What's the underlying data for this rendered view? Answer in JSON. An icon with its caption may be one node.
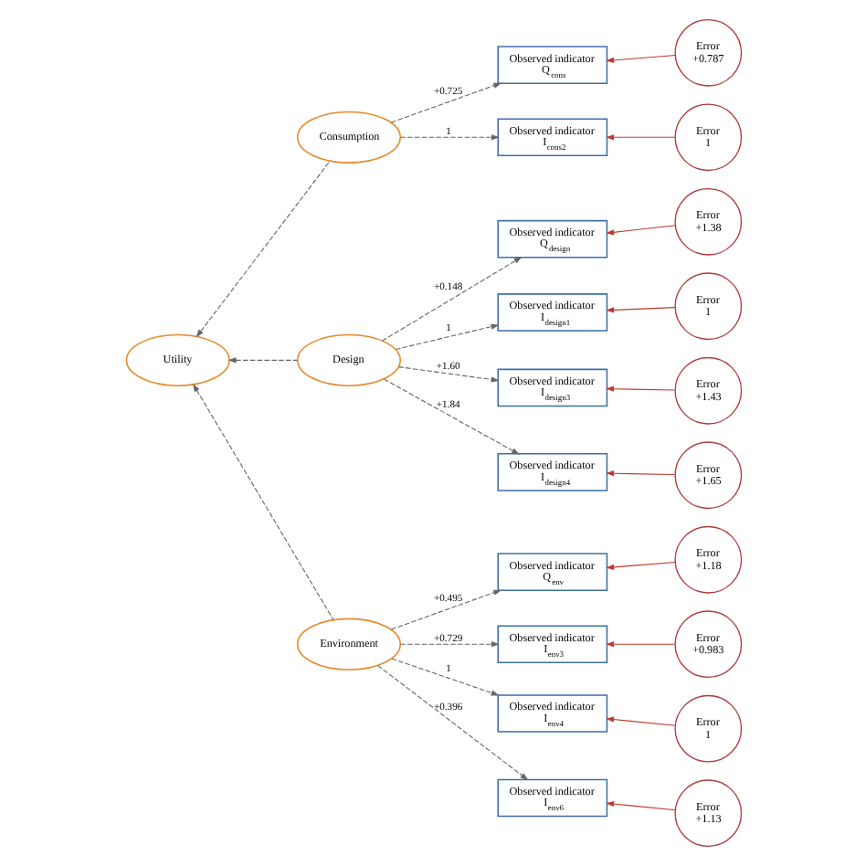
{
  "diagram": {
    "nodes": [
      {
        "text": [
          "Utility"
        ]
      },
      {
        "text": [
          "Consumption"
        ]
      },
      {
        "text": [
          "Design"
        ]
      },
      {
        "text": [
          "Environment"
        ]
      },
      {
        "text": [
          "Observed indicator",
          "Q$_{cons}$"
        ]
      },
      {
        "text": [
          "Observed indicator",
          "I$_{cons2}$"
        ]
      },
      {
        "text": [
          "Observed indicator",
          "Q$_{design}$"
        ]
      },
      {
        "text": [
          "Observed indicator",
          "I$_{design1}$"
        ]
      },
      {
        "text": [
          "Observed indicator",
          "I$_{design3}$"
        ]
      },
      {
        "text": [
          "Observed indicator",
          "I$_{design4}$"
        ]
      },
      {
        "text": [
          "Observed indicator",
          "Q$_{env}$"
        ]
      },
      {
        "text": [
          "Observed indicator",
          "I$_{env3}$"
        ]
      },
      {
        "text": [
          "Observed indicator",
          "I$_{env4}$"
        ]
      },
      {
        "text": [
          "Observed indicator",
          "I$_{env6}$"
        ]
      },
      {
        "text": [
          "Error",
          "+0.787"
        ]
      },
      {
        "text": [
          "Error",
          "1"
        ]
      },
      {
        "text": [
          "Error",
          "+1.38"
        ]
      },
      {
        "text": [
          "Error",
          "1"
        ]
      },
      {
        "text": [
          "Error",
          "+1.43"
        ]
      },
      {
        "text": [
          "Error",
          "+1.65"
        ]
      },
      {
        "text": [
          "Error",
          "+1.18"
        ]
      },
      {
        "text": [
          "Error",
          "+0.983"
        ]
      },
      {
        "text": [
          "Error",
          "1"
        ]
      },
      {
        "text": [
          "Error",
          "+1.13"
        ]
      }
    ],
    "edges": [
      {
        "from": 1,
        "to": 0,
        "arrow": "to",
        "style": "dashed"
      },
      {
        "from": 2,
        "to": 0,
        "arrow": "to",
        "style": "dashed"
      },
      {
        "from": 3,
        "to": 0,
        "arrow": "to",
        "style": "dashed"
      },
      {
        "from": 1,
        "to": 4,
        "arrow": "to",
        "style": "dashed",
        "label": "+0.725"
      },
      {
        "from": 1,
        "to": 5,
        "arrow": "to",
        "style": "dashed",
        "label": "1"
      },
      {
        "from": 2,
        "to": 6,
        "arrow": "to",
        "style": "dashed",
        "label": "+0.148"
      },
      {
        "from": 2,
        "to": 7,
        "arrow": "to",
        "style": "dashed",
        "label": "1"
      },
      {
        "from": 2,
        "to": 8,
        "arrow": "to",
        "style": "dashed",
        "label": "+1.60"
      },
      {
        "from": 2,
        "to": 9,
        "arrow": "to",
        "style": "dashed",
        "label": "+1.84"
      },
      {
        "from": 3,
        "to": 10,
        "arrow": "to",
        "style": "dashed",
        "label": "+0.495"
      },
      {
        "from": 3,
        "to": 11,
        "arrow": "to",
        "style": "dashed",
        "label": "+0.729"
      },
      {
        "from": 3,
        "to": 12,
        "arrow": "to",
        "style": "dashed",
        "label": "1"
      },
      {
        "from": 3,
        "to": 13,
        "arrow": "to",
        "style": "dashed",
        "label": "+0.396"
      },
      {
        "from": 14,
        "to": 4,
        "arrow": "to",
        "color": "#c0392b"
      },
      {
        "from": 15,
        "to": 5,
        "arrow": "to",
        "color": "#c0392b"
      },
      {
        "from": 16,
        "to": 6,
        "arrow": "to",
        "color": "#c0392b"
      },
      {
        "from": 17,
        "to": 7,
        "arrow": "to",
        "color": "#c0392b"
      },
      {
        "from": 18,
        "to": 8,
        "arrow": "to",
        "color": "#c0392b"
      },
      {
        "from": 19,
        "to": 9,
        "arrow": "to",
        "color": "#c0392b"
      },
      {
        "from": 20,
        "to": 10,
        "arrow": "to",
        "color": "#c0392b"
      },
      {
        "from": 21,
        "to": 11,
        "arrow": "to",
        "color": "#c0392b"
      },
      {
        "from": 22,
        "to": 12,
        "arrow": "to",
        "color": "#c0392b"
      },
      {
        "from": 23,
        "to": 13,
        "arrow": "to",
        "color": "#c0392b"
      }
    ]
  }
}
